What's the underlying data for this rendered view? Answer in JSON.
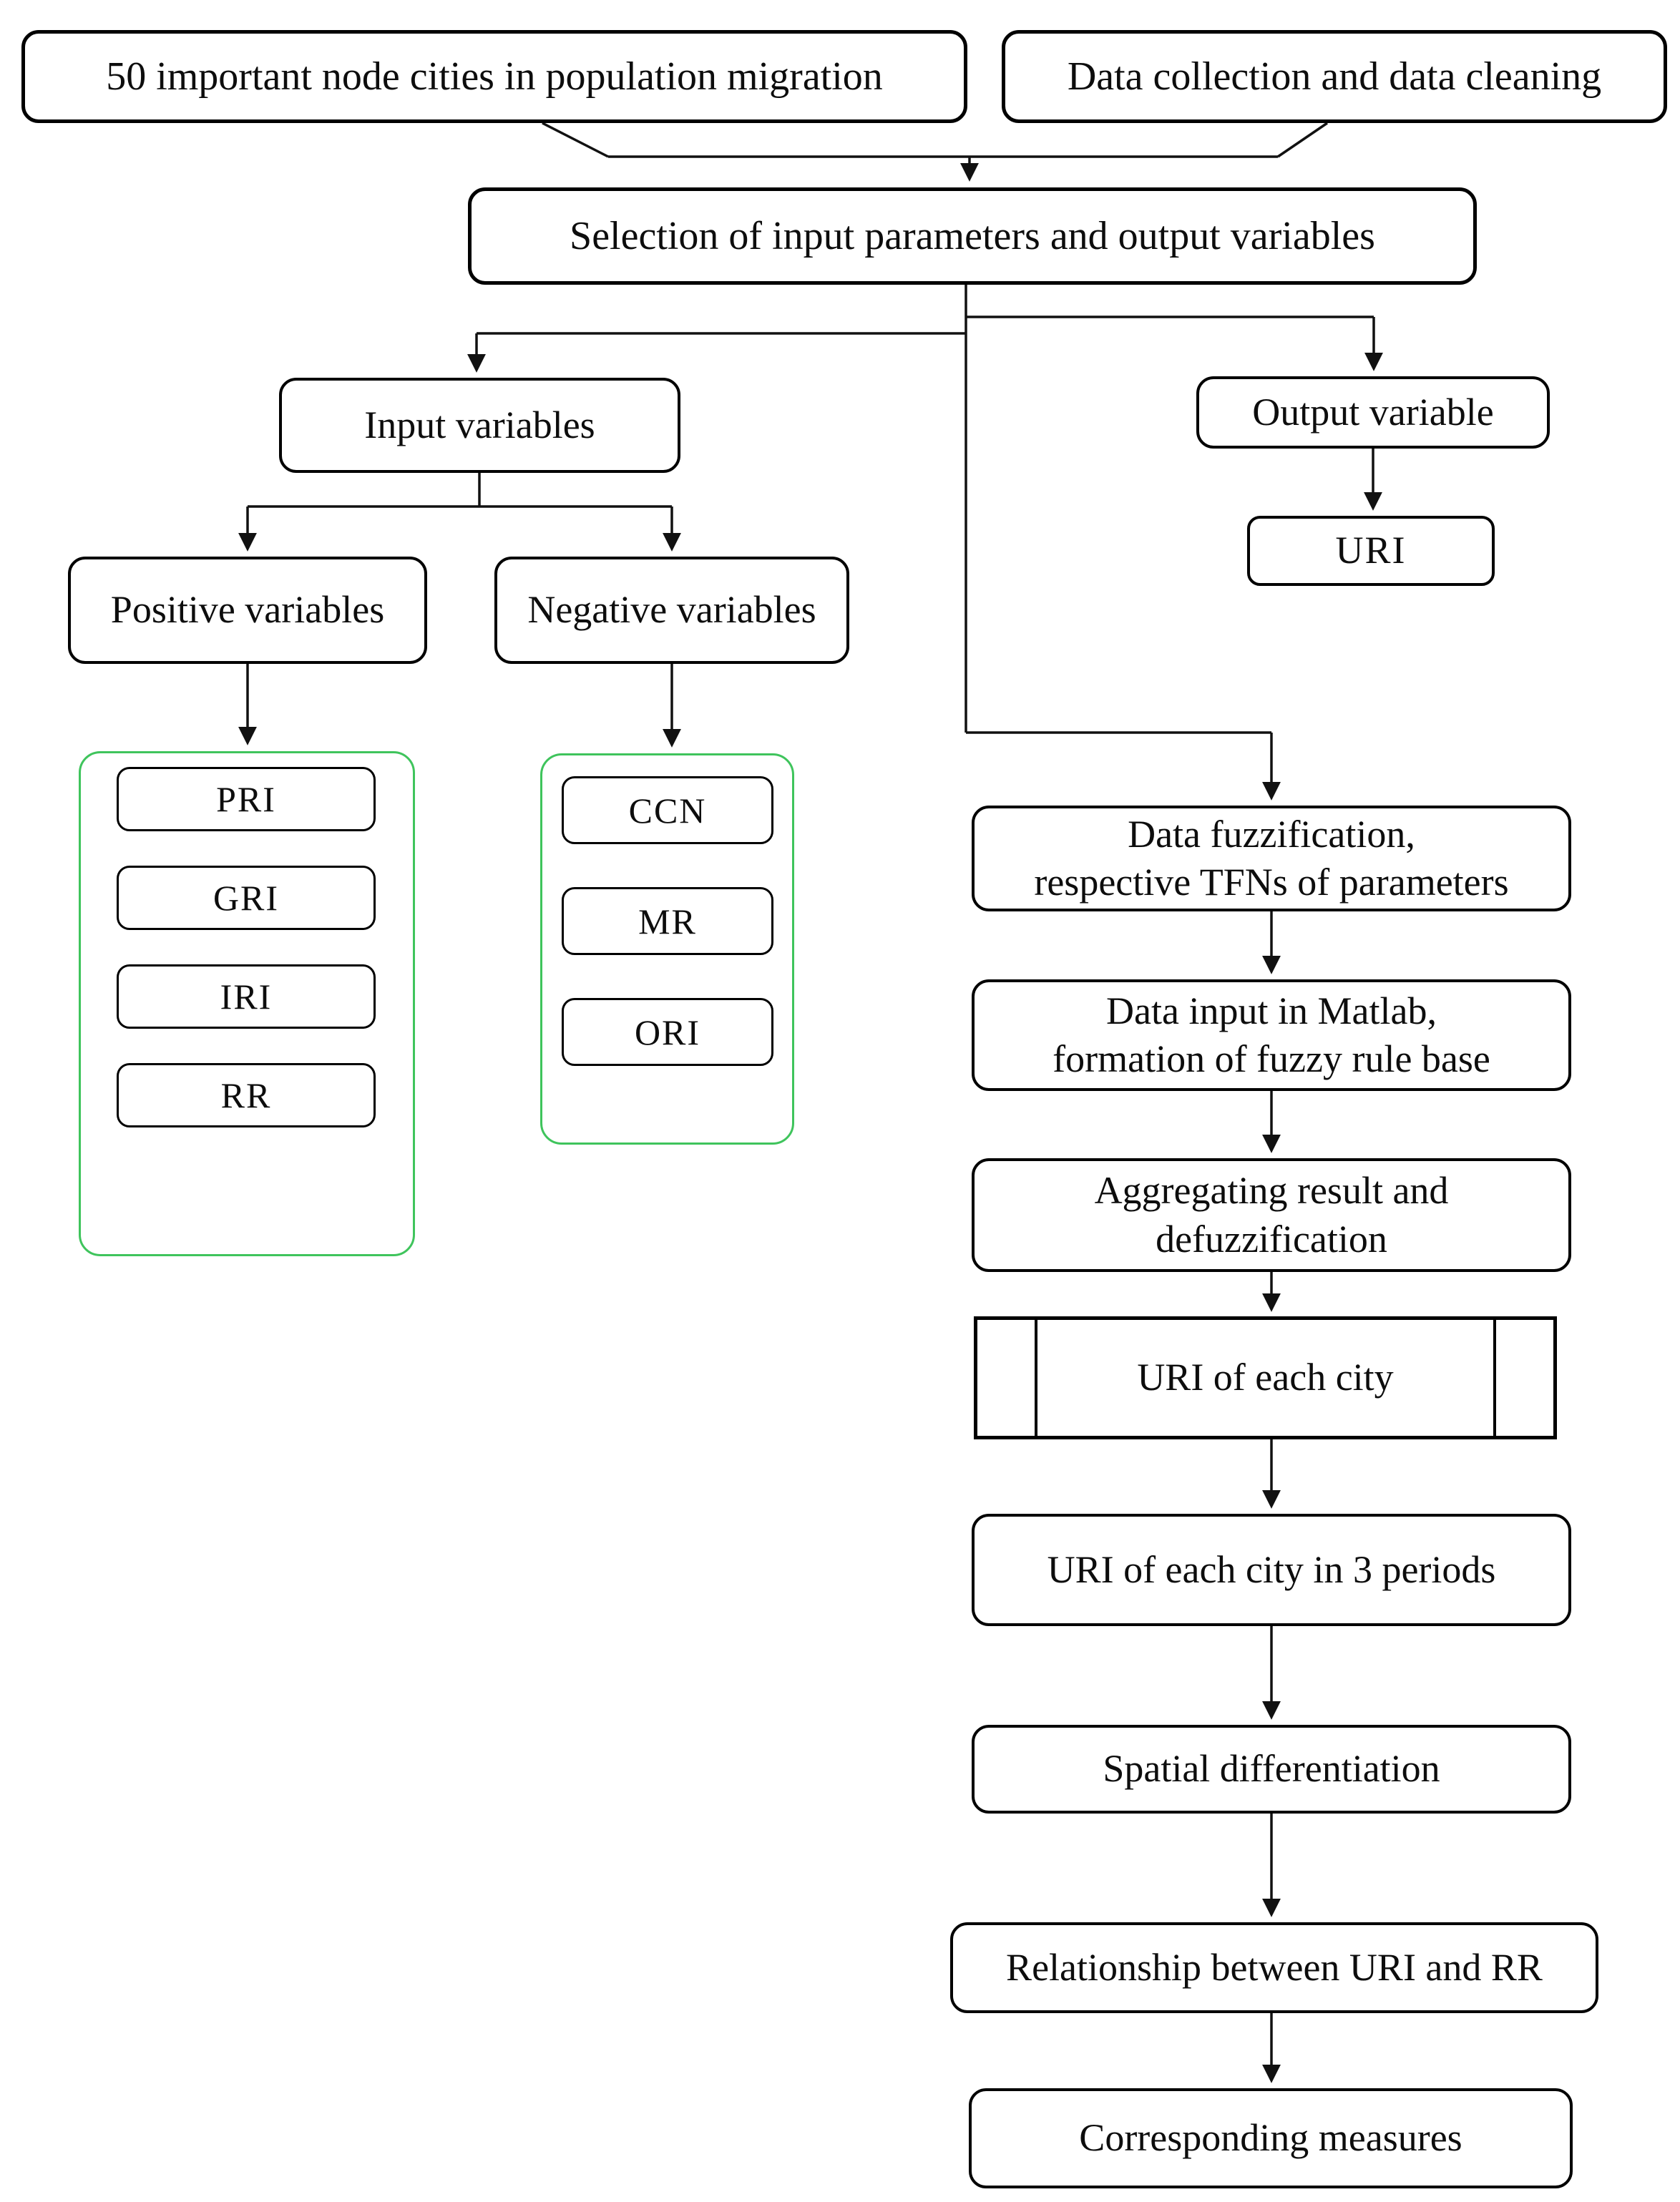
{
  "colors": {
    "group_border": "#3fc45c",
    "box_border": "#000000",
    "connector": "#111111",
    "background": "#ffffff",
    "text": "#0d0d0d"
  },
  "nodes": {
    "cities": "50 important node cities in population migration",
    "data_collection": "Data collection and data cleaning",
    "selection": "Selection of input parameters and output variables",
    "input_variables": "Input variables",
    "output_variable": "Output variable",
    "uri": "URI",
    "positive_variables": "Positive variables",
    "negative_variables": "Negative variables",
    "positive_items": [
      "PRI",
      "GRI",
      "IRI",
      "RR"
    ],
    "negative_items": [
      "CCN",
      "MR",
      "ORI"
    ],
    "fuzzification": {
      "line1": "Data fuzzification,",
      "line2": "respective TFNs of parameters"
    },
    "matlab": {
      "line1": "Data input in Matlab,",
      "line2": "formation of fuzzy rule base"
    },
    "aggregating": {
      "line1": "Aggregating result and",
      "line2": "defuzzification"
    },
    "uri_each_city": "URI of each city",
    "uri_three_periods": "URI of each city in 3 periods",
    "spatial_differentiation": "Spatial differentiation",
    "relationship_uri_rr": "Relationship between URI and RR",
    "corresponding_measures": "Corresponding measures"
  }
}
